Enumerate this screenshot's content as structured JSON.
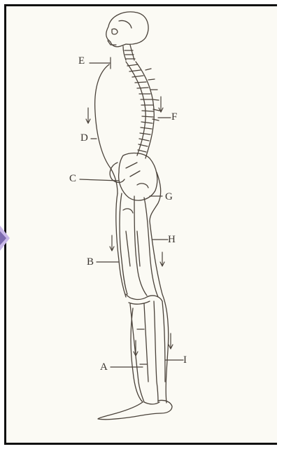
{
  "diagram": {
    "labels": {
      "A": "A",
      "B": "B",
      "C": "C",
      "D": "D",
      "E": "E",
      "F": "F",
      "G": "G",
      "H": "H",
      "I": "I"
    }
  },
  "colors": {
    "ink": "#3a3530",
    "paper": "#fbfaf4",
    "frame": "#111111",
    "nav_arrow": "#7d6bb0"
  }
}
